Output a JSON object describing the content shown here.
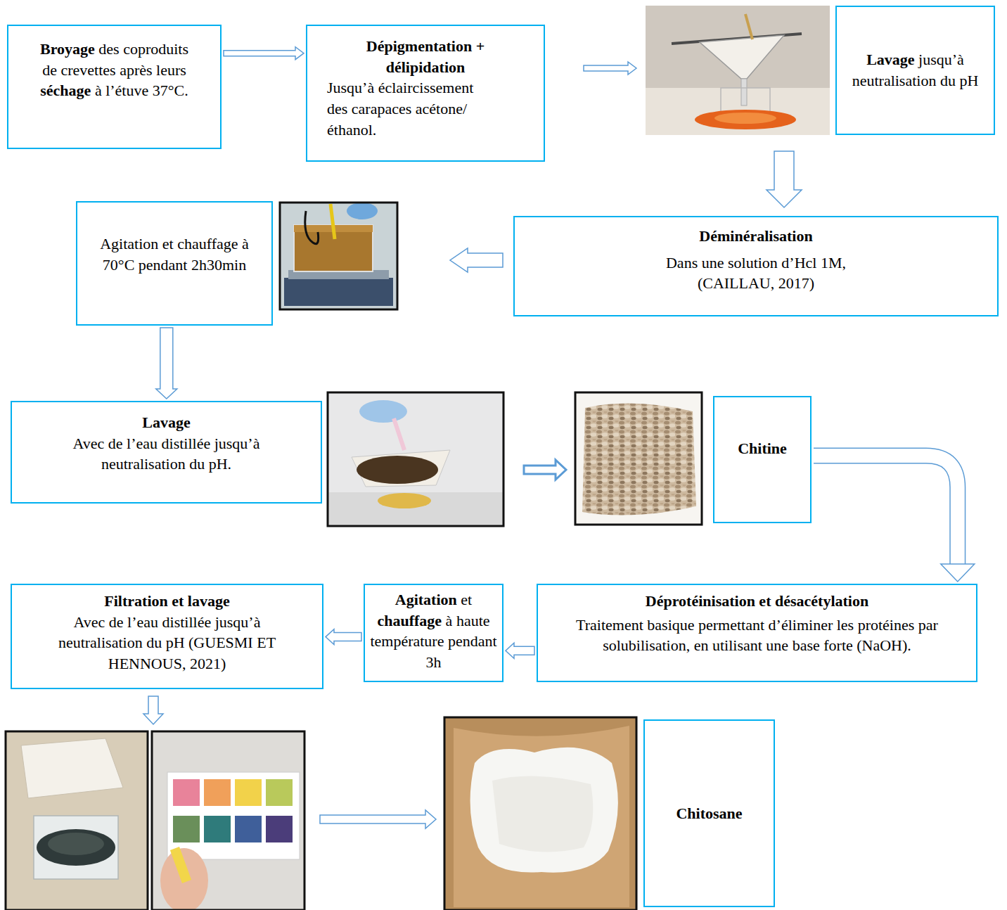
{
  "diagram": {
    "nodes": [
      {
        "text": [
          "Broyage des coproduits de crevettes après leurs séchage à l’étuve 37°C."
        ]
      },
      {
        "text": [
          "Dépigmentation + délipidation",
          "Jusqu’à éclaircissement des carapaces acétone/éthanol."
        ]
      },
      {
        "text": [
          "Lavage jusqu’à neutralisation du pH"
        ]
      },
      {
        "text": [
          "Déminéralisation",
          "Dans une solution d’Hcl 1M, (CAILLAU, 2017)"
        ]
      },
      {
        "text": [
          "Agitation et chauffage à 70°C pendant 2h30min"
        ]
      },
      {
        "text": [
          "Lavage",
          "Avec de l’eau distillée jusqu’à neutralisation du pH."
        ]
      },
      {
        "text": [
          "Chitine"
        ]
      },
      {
        "text": [
          "Déprotéinisation et désacétylation",
          "Traitement basique permettant d’éliminer les protéines par solubilisation, en utilisant une base forte (NaOH)."
        ]
      },
      {
        "text": [
          "Agitation et chauffage à haute température pendant 3h"
        ]
      },
      {
        "text": [
          "Filtration et lavage",
          "Avec de l’eau distillée jusqu’à neutralisation du pH (GUESMI ET HENNOUS, 2021)"
        ]
      },
      {
        "text": [
          "Chitosane"
        ]
      }
    ],
    "edges": [
      {
        "from": 0,
        "to": 1,
        "arrow": "to"
      },
      {
        "from": 4,
        "to": 5,
        "arrow": "to"
      },
      {
        "from": 6,
        "to": 7,
        "arrow": "to"
      },
      {
        "from": 7,
        "to": 8,
        "arrow": "to"
      },
      {
        "from": 8,
        "to": 9,
        "arrow": "to"
      }
    ]
  }
}
